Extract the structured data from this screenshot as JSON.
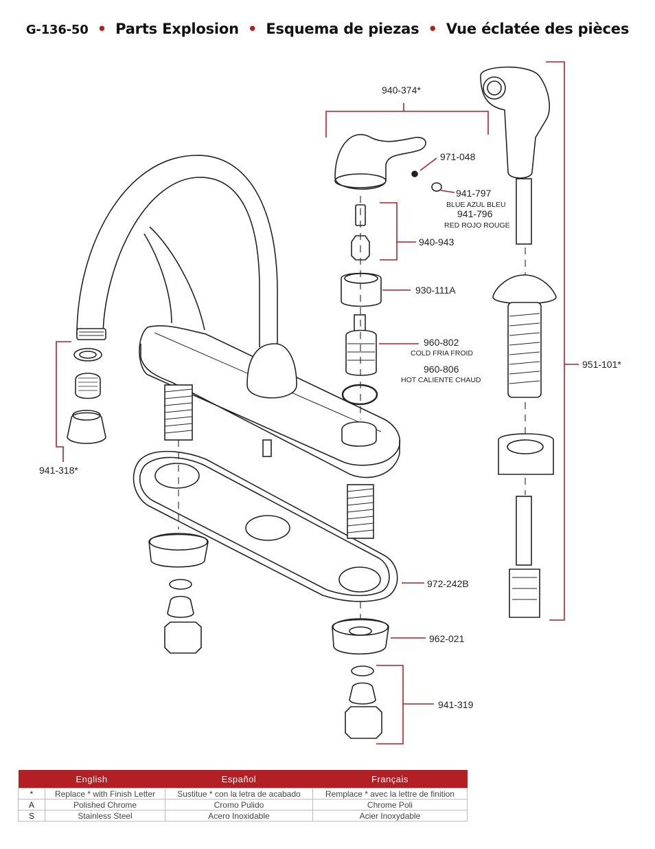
{
  "title": {
    "code": "G-136-50",
    "sep": "•",
    "en": "Parts Explosion",
    "es": "Esquema de piezas",
    "fr": "Vue éclatée des pièces"
  },
  "parts": {
    "p940_374": "940-374*",
    "p971_048": "971-048",
    "p941_797": "941-797",
    "p941_797_sub": "BLUE AZUL BLEU",
    "p941_796": "941-796",
    "p941_796_sub": "RED ROJO ROUGE",
    "p940_943": "940-943",
    "p930_111a": "930-111A",
    "p960_802": "960-802",
    "p960_802_sub": "COLD FRIA FROID",
    "p960_806": "960-806",
    "p960_806_sub": "HOT CALIENTE CHAUD",
    "p951_101": "951-101*",
    "p941_318": "941-318*",
    "p972_242b": "972-242B",
    "p962_021": "962-021",
    "p941_319": "941-319"
  },
  "legend": {
    "headers": [
      "English",
      "Español",
      "Français"
    ],
    "rows": [
      {
        "key": "*",
        "en": "Replace * with Finish Letter",
        "es": "Sustitue * con la letra de acabado",
        "fr": "Remplace * avec la lettre de finition"
      },
      {
        "key": "A",
        "en": "Polished Chrome",
        "es": "Cromo Pulido",
        "fr": "Chrome Poli"
      },
      {
        "key": "S",
        "en": "Stainless Steel",
        "es": "Acero Inoxidable",
        "fr": "Acier Inoxydable"
      }
    ]
  },
  "colors": {
    "accent": "#b21f24",
    "line": "#222222"
  }
}
